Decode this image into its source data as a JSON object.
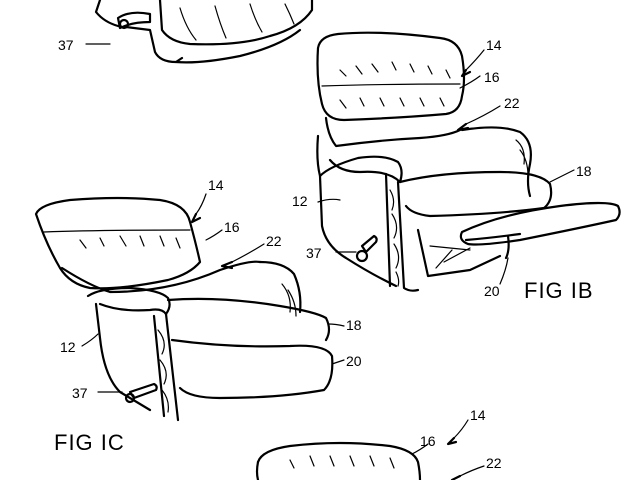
{
  "figures": {
    "fig_1b": "FIG IB",
    "fig_1c": "FIG IC"
  },
  "top_partial": {
    "label_37": "37"
  },
  "fig_1b_labels": {
    "l14": "14",
    "l16": "16",
    "l22": "22",
    "l18": "18",
    "l12": "12",
    "l37": "37",
    "l20": "20"
  },
  "fig_1c_labels": {
    "l14": "14",
    "l16": "16",
    "l22": "22",
    "l18": "18",
    "l12": "12",
    "l20": "20",
    "l37": "37"
  },
  "bottom_partial": {
    "l14": "14",
    "l16": "16",
    "l22": "22"
  }
}
